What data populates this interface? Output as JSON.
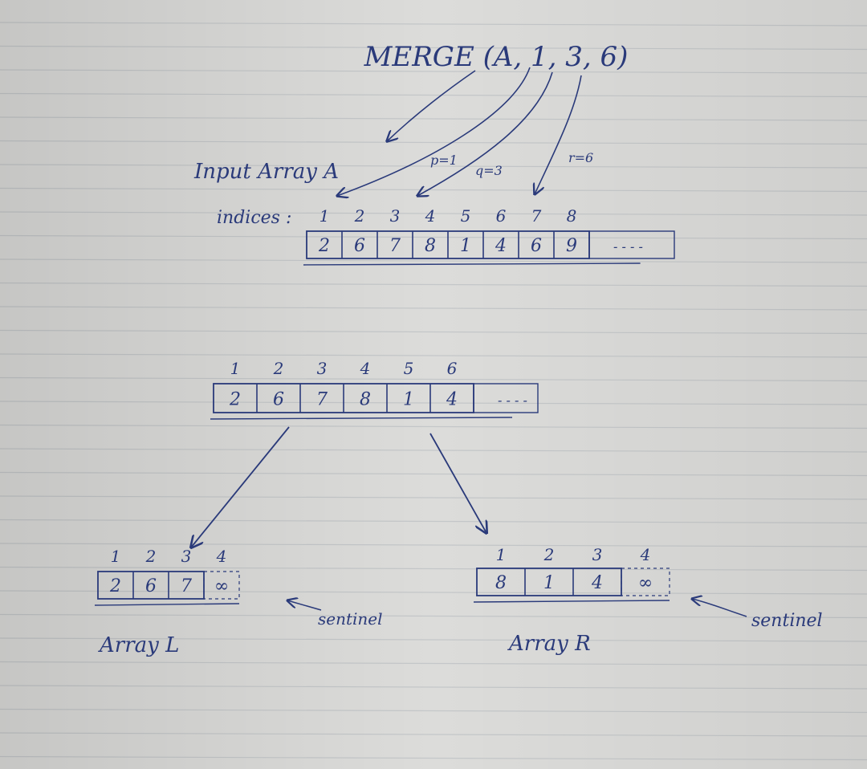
{
  "title": "MERGE (A, 1, 3, 6)",
  "input_label": "Input Array A",
  "params": {
    "p": "p=1",
    "q": "q=3",
    "r": "r=6"
  },
  "indices_label": "indices :",
  "top_array": {
    "indices": [
      "1",
      "2",
      "3",
      "4",
      "5",
      "6",
      "7",
      "8"
    ],
    "values": [
      "2",
      "6",
      "7",
      "8",
      "1",
      "4",
      "6",
      "9"
    ],
    "ellipsis": "- - - -"
  },
  "mid_array": {
    "indices": [
      "1",
      "2",
      "3",
      "4",
      "5",
      "6"
    ],
    "values": [
      "2",
      "6",
      "7",
      "8",
      "1",
      "4"
    ],
    "ellipsis": "- - - -"
  },
  "left_array": {
    "indices": [
      "1",
      "2",
      "3",
      "4"
    ],
    "values": [
      "2",
      "6",
      "7",
      "∞"
    ],
    "label": "Array L",
    "sentinel_label": "sentinel"
  },
  "right_array": {
    "indices": [
      "1",
      "2",
      "3",
      "4"
    ],
    "values": [
      "8",
      "1",
      "4",
      "∞"
    ],
    "label": "Array R",
    "sentinel_label": "sentinel"
  },
  "colors": {
    "ink": "#2a3a7a",
    "paper": "#d9d9d7",
    "rule": "#c4c7c9"
  }
}
